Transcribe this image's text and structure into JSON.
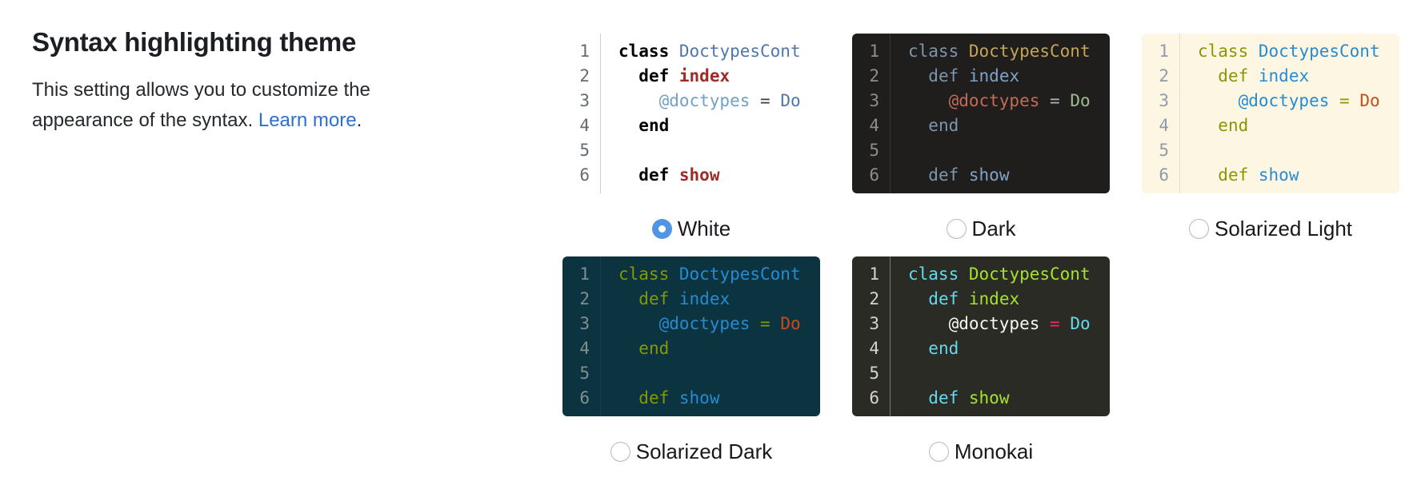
{
  "section": {
    "title": "Syntax highlighting theme",
    "description_before_link": "This setting allows you to customize the appearance of the syntax. ",
    "description_link": "Learn more",
    "description_after_link": ".",
    "link_color": "#2e6fd3"
  },
  "code_sample": {
    "language": "ruby",
    "line_numbers": [
      "1",
      "2",
      "3",
      "4",
      "5",
      "6"
    ],
    "lines": [
      [
        [
          "kw",
          "class"
        ],
        [
          "pl",
          " "
        ],
        [
          "cls",
          "DoctypesCont"
        ]
      ],
      [
        [
          "pl",
          "  "
        ],
        [
          "kw",
          "def"
        ],
        [
          "pl",
          " "
        ],
        [
          "mth",
          "index"
        ]
      ],
      [
        [
          "pl",
          "    "
        ],
        [
          "ivar",
          "@doctypes"
        ],
        [
          "pl",
          " "
        ],
        [
          "op",
          "="
        ],
        [
          "pl",
          " "
        ],
        [
          "cst",
          "Do"
        ]
      ],
      [
        [
          "pl",
          "  "
        ],
        [
          "kw",
          "end"
        ]
      ],
      [],
      [
        [
          "pl",
          "  "
        ],
        [
          "kw",
          "def"
        ],
        [
          "pl",
          " "
        ],
        [
          "mth",
          "show"
        ]
      ]
    ]
  },
  "radio_style": {
    "selected_fill": "#4f94e5",
    "unselected_border": "#b9b9b9"
  },
  "themes": [
    {
      "id": "white",
      "label": "White",
      "selected": true,
      "colors": {
        "bg": "#ffffff",
        "gutter_border": "#d0d0d0",
        "line_no": "#646b73",
        "kw": "#000000",
        "cls": "#4d77ae",
        "mth": "#9e2b25",
        "ivar": "#71a0c8",
        "op": "#3c3c42",
        "cst": "#4d77ae",
        "pl": "#333333"
      },
      "bold": {
        "kw": true,
        "mth": true
      }
    },
    {
      "id": "dark",
      "label": "Dark",
      "selected": false,
      "colors": {
        "bg": "#201d1d",
        "gutter_border": "#3a3636",
        "line_no": "#938c85",
        "kw": "#7d95ad",
        "cls": "#c7a455",
        "mth": "#7fa3c9",
        "ivar": "#c26b55",
        "op": "#b0b8bd",
        "cst": "#9cbd8f",
        "pl": "#c8c8c8"
      },
      "bold": {}
    },
    {
      "id": "solarized-light",
      "label": "Solarized Light",
      "selected": false,
      "colors": {
        "bg": "#fdf6e3",
        "gutter_border": "#e8e0c8",
        "line_no": "#8e9baa",
        "kw": "#859900",
        "cls": "#268bd2",
        "mth": "#268bd2",
        "ivar": "#268bd2",
        "op": "#859900",
        "cst": "#cb4b16",
        "pl": "#657b83"
      },
      "bold": {}
    },
    {
      "id": "solarized-dark",
      "label": "Solarized Dark",
      "selected": false,
      "colors": {
        "bg": "#0b3440",
        "gutter_border": "#14414e",
        "line_no": "#7f8f91",
        "kw": "#859900",
        "cls": "#268bd2",
        "mth": "#268bd2",
        "ivar": "#268bd2",
        "op": "#859900",
        "cst": "#cb4b16",
        "pl": "#839496"
      },
      "bold": {}
    },
    {
      "id": "monokai",
      "label": "Monokai",
      "selected": false,
      "colors": {
        "bg": "#2a2b24",
        "gutter_border": "#7e7868",
        "line_no": "#d9d4c8",
        "kw": "#66d9ef",
        "cls": "#a6e22e",
        "mth": "#a6e22e",
        "ivar": "#f8f8f2",
        "op": "#f92672",
        "cst": "#66d9ef",
        "pl": "#f8f8f2"
      },
      "bold": {}
    }
  ],
  "grid": {
    "row_breaks": [
      3,
      2
    ]
  }
}
